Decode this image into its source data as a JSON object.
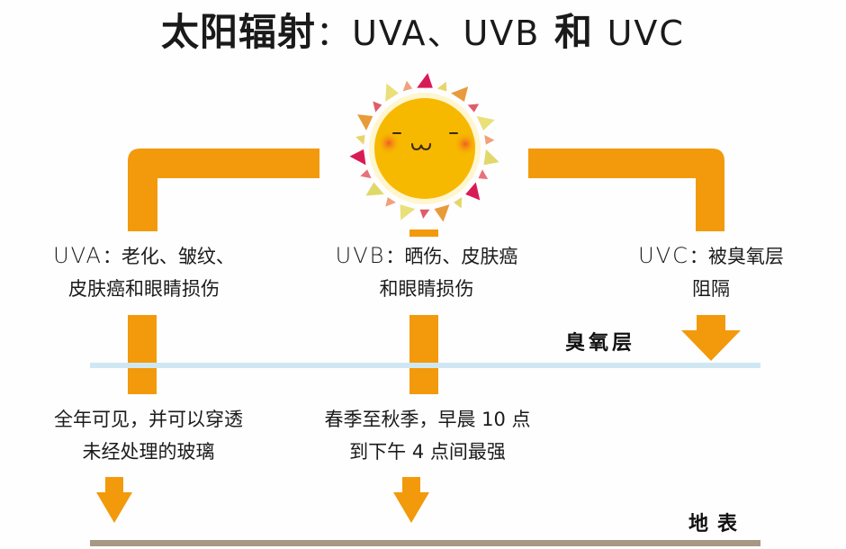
{
  "title": {
    "cn": "太阳辐射",
    "sep": "：",
    "uva": "UVA",
    "enum_comma": "、",
    "uvb": "UVB",
    "conj": " 和 ",
    "uvc": "UVC"
  },
  "colors": {
    "arrow": "#f29a0b",
    "sun": "#f7b800",
    "ozone_line": "#cfe7f3",
    "ground_line": "#a79884"
  },
  "branches": [
    {
      "id": "uva",
      "name": "UVA",
      "effect_lines": [
        "：老化、皱纹、",
        "皮肤癌和眼睛损伤"
      ],
      "ground_lines": [
        "全年可见，并可以穿透",
        "未经处理的玻璃"
      ]
    },
    {
      "id": "uvb",
      "name": "UVB",
      "effect_lines": [
        "：晒伤、皮肤癌",
        "和眼睛损伤"
      ],
      "ground_lines": [
        "春季至秋季，早晨 10 点",
        "到下午 4 点间最强"
      ]
    },
    {
      "id": "uvc",
      "name": "UVC",
      "effect_lines": [
        "：被臭氧层",
        "阻隔"
      ]
    }
  ],
  "layers": {
    "ozone": "臭氧层",
    "ground": "地表"
  },
  "sun": {
    "face": "sun-smiley-icon"
  }
}
